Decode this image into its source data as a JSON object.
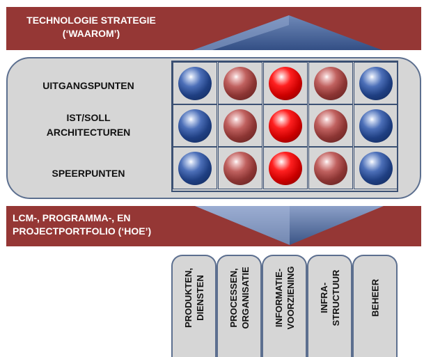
{
  "top_band": {
    "line1": "TECHNOLOGIE STRATEGIE",
    "line2": "(‘WAAROM’)"
  },
  "bottom_band": {
    "line1": "LCM-, PROGRAMMA-, EN",
    "line2": "PROJECTPORTFOLIO (‘HOE’)"
  },
  "rows": [
    {
      "label": "UITGANGSPUNTEN"
    },
    {
      "label": "IST/SOLL\nARCHITECTUREN"
    },
    {
      "label": "SPEERPUNTEN"
    }
  ],
  "columns": [
    {
      "label": "PRODUKTEN,\nDIENSTEN"
    },
    {
      "label": "PROCESSEN,\nORGANISATIE"
    },
    {
      "label": "INFORMATIE-\nVOORZIENING"
    },
    {
      "label": "INFRA-\nSTRUCTUUR"
    },
    {
      "label": "BEHEER"
    }
  ],
  "ball_colors": {
    "blue": "#2a4f9b",
    "rose": "#a44a48",
    "red": "#e00000"
  },
  "column_ball_types": [
    "blue",
    "rose",
    "red",
    "rose",
    "blue"
  ],
  "band_color": "#953735",
  "panel_color": "#d6d6d6"
}
